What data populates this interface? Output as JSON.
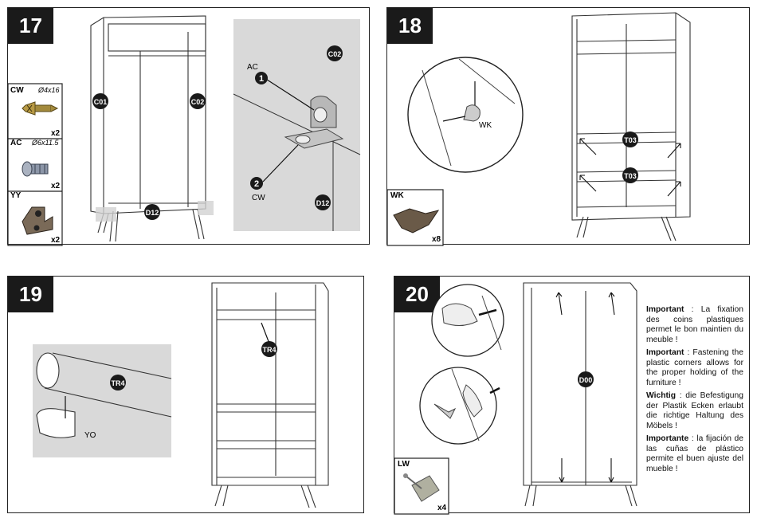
{
  "steps": {
    "s17": "17",
    "s18": "18",
    "s19": "19",
    "s20": "20"
  },
  "parts17": [
    {
      "code": "CW",
      "size": "Ø4x16",
      "qty": "x2"
    },
    {
      "code": "AC",
      "size": "Ø6x11.5",
      "qty": "x2"
    },
    {
      "code": "YY",
      "size": "",
      "qty": "x2"
    }
  ],
  "labels17": {
    "c01": "C01",
    "c02": "C02",
    "d12": "D12",
    "detail_c02": "C02",
    "detail_d12": "D12",
    "ac": "AC",
    "cw": "CW",
    "num1": "1",
    "num2": "2"
  },
  "labels18": {
    "wk": "WK",
    "t03a": "T03",
    "t03b": "T03"
  },
  "part18": {
    "code": "WK",
    "qty": "x8"
  },
  "labels19": {
    "tr4_detail": "TR4",
    "yo": "YO",
    "tr4": "TR4"
  },
  "labels20": {
    "d00": "D00"
  },
  "part20": {
    "code": "LW",
    "qty": "x4"
  },
  "notes20": [
    {
      "bold": "Important",
      "text": " : La fixation des coins plastiques permet le bon maintien du meuble !"
    },
    {
      "bold": "Important",
      "text": " : Fastening the plastic corners allows for the proper holding of the furniture !"
    },
    {
      "bold": "Wichtig",
      "text": " : die Befestigung der Plastik Ecken erlaubt die richtige Haltung des Möbels !"
    },
    {
      "bold": "Importante",
      "text": " : la fijación de las cuñas de plástico permite el buen ajuste del mueble !"
    }
  ],
  "colors": {
    "badge": "#1a1a1a",
    "detail_bg": "#d9d9d9",
    "line": "#333333"
  }
}
